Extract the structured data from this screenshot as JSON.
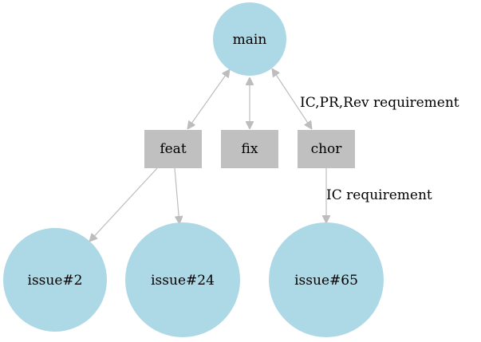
{
  "colors": {
    "circle_fill": "#add8e6",
    "box_fill": "#c0c0c0",
    "edge": "#bdbdbd",
    "text": "#000000"
  },
  "nodes": {
    "main": {
      "label": "main",
      "shape": "circle"
    },
    "feat": {
      "label": "feat",
      "shape": "box"
    },
    "fix": {
      "label": "fix",
      "shape": "box"
    },
    "chor": {
      "label": "chor",
      "shape": "box"
    },
    "issue2": {
      "label": "issue#2",
      "shape": "circle"
    },
    "issue24": {
      "label": "issue#24",
      "shape": "circle"
    },
    "issue65": {
      "label": "issue#65",
      "shape": "circle"
    }
  },
  "edges": [
    {
      "from": "main",
      "to": "feat",
      "direction": "both",
      "label": ""
    },
    {
      "from": "main",
      "to": "fix",
      "direction": "both",
      "label": ""
    },
    {
      "from": "main",
      "to": "chor",
      "direction": "both",
      "label": "IC,PR,Rev requirement"
    },
    {
      "from": "feat",
      "to": "issue2",
      "direction": "forward",
      "label": ""
    },
    {
      "from": "feat",
      "to": "issue24",
      "direction": "forward",
      "label": ""
    },
    {
      "from": "chor",
      "to": "issue65",
      "direction": "forward",
      "label": "IC requirement"
    }
  ]
}
